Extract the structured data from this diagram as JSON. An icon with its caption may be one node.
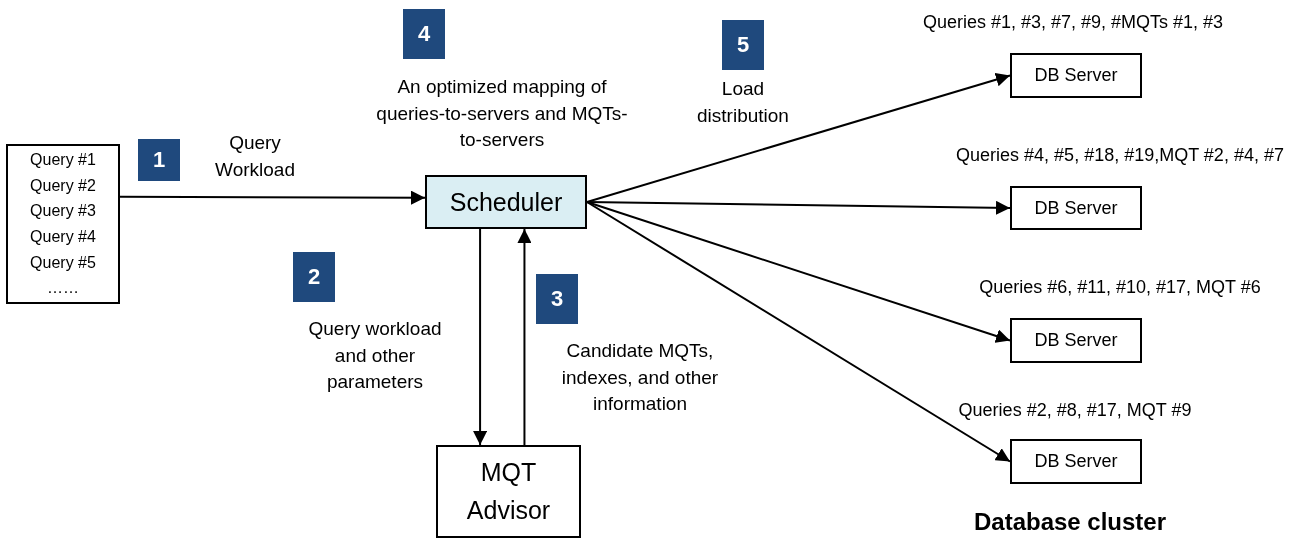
{
  "diagram": {
    "nodes": [
      {
        "text": [
          "Query #1",
          "Query #2",
          "Query #3",
          "Query #4",
          "Query #5",
          "……"
        ]
      },
      {
        "text": [
          "Scheduler"
        ]
      },
      {
        "text": [
          "MQT Advisor"
        ]
      },
      {
        "text": [
          "DB Server"
        ],
        "beside": [
          "Queries #1, #3, #7, #9, #MQTs #1, #3"
        ]
      },
      {
        "text": [
          "DB Server"
        ],
        "beside": [
          "Queries #4, #5, #18, #19,MQT #2, #4, #7"
        ]
      },
      {
        "text": [
          "DB Server"
        ],
        "beside": [
          "Queries #6, #11, #10, #17, MQT #6"
        ]
      },
      {
        "text": [
          "DB Server"
        ],
        "beside": [
          "Queries #2, #8, #17, MQT #9"
        ]
      },
      {
        "text": [
          "1"
        ]
      },
      {
        "text": [
          "2"
        ]
      },
      {
        "text": [
          "3"
        ]
      },
      {
        "text": [
          "4"
        ]
      },
      {
        "text": [
          "5"
        ]
      }
    ],
    "edges": [
      {
        "from": 0,
        "to": 1,
        "arrow": "to",
        "label": "Query Workload"
      },
      {
        "from": 1,
        "to": 2,
        "arrow": "to",
        "label": "Query workload and other parameters"
      },
      {
        "from": 2,
        "to": 1,
        "arrow": "to",
        "label": "Candidate MQTs, indexes, and other information"
      },
      {
        "from": 1,
        "to": 3,
        "arrow": "to"
      },
      {
        "from": 1,
        "to": 4,
        "arrow": "to"
      },
      {
        "from": 1,
        "to": 5,
        "arrow": "to"
      },
      {
        "from": 1,
        "to": 6,
        "arrow": "to"
      }
    ],
    "labels": [
      "An optimized mapping of queries-to-servers and MQTs-to-servers",
      "Load distribution",
      "Database cluster"
    ]
  }
}
